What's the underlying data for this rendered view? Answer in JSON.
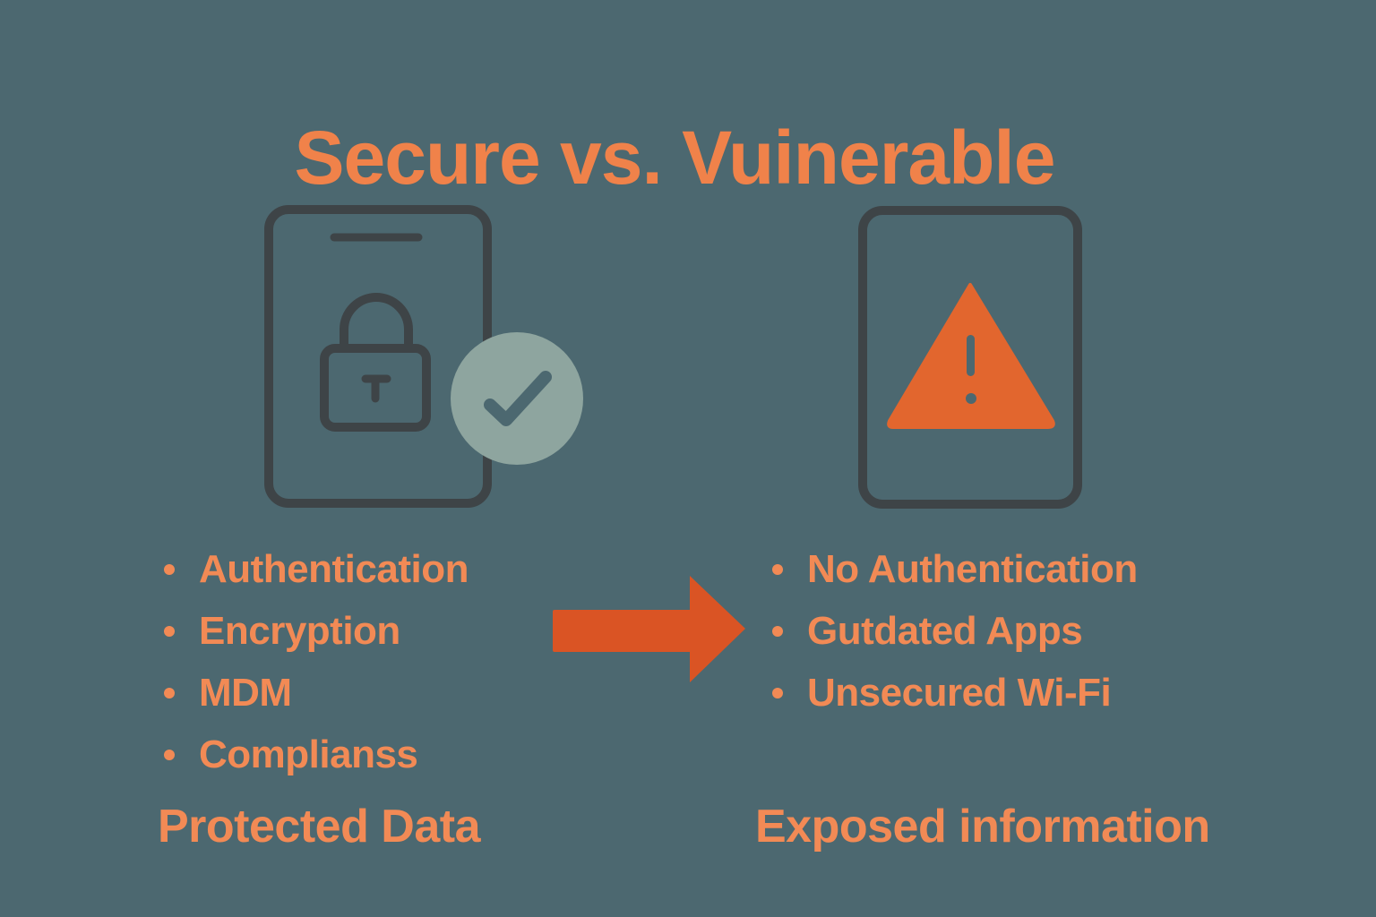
{
  "title": "Secure vs. Vuinerable",
  "colors": {
    "background": "#4c6870",
    "accent_orange": "#f0824a",
    "warning_orange": "#e2662e",
    "arrow_orange": "#da5424",
    "device_outline": "#3e4447",
    "check_badge": "#8ea59f"
  },
  "secure": {
    "icon": "phone-lock-check-icon",
    "items": [
      {
        "label": "Authentication"
      },
      {
        "label": "Encryption"
      },
      {
        "label": "MDM"
      },
      {
        "label": "Complianss"
      }
    ],
    "caption": "Protected Data"
  },
  "transition": {
    "icon": "arrow-right-icon"
  },
  "vulnerable": {
    "icon": "phone-warning-icon",
    "items": [
      {
        "label": "No Authentication"
      },
      {
        "label": "Gutdated Apps"
      },
      {
        "label": "Unsecured Wi-Fi"
      }
    ],
    "caption": "Exposed information"
  }
}
